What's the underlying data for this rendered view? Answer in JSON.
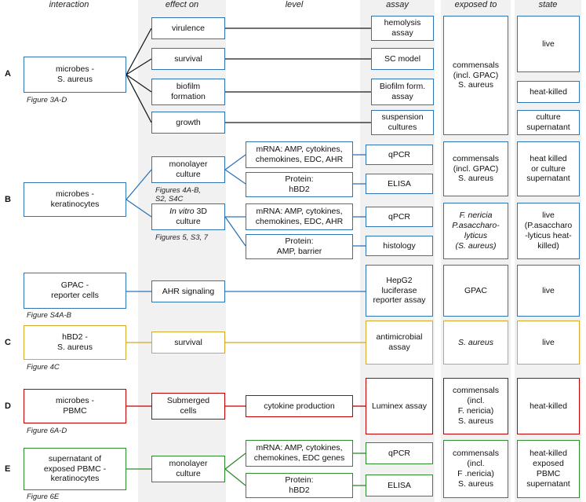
{
  "headers": {
    "interaction": "interaction",
    "effect_on": "effect on",
    "level": "level",
    "assay": "assay",
    "exposed_to": "exposed to",
    "state": "state"
  },
  "rows": {
    "A": {
      "label": "A",
      "interaction": "microbes -\nS. aureus",
      "figure": "Figure 3A-D",
      "effects": [
        "virulence",
        "survival",
        "biofilm\nformation",
        "growth"
      ],
      "assays": [
        "hemolysis\nassay",
        "SC model",
        "Biofilm form.\nassay",
        "suspension\ncultures"
      ],
      "exposed_to": "commensals\n(incl. GPAC)\nS. aureus",
      "states": [
        "live",
        "heat-killed",
        "culture\nsupernatant"
      ]
    },
    "B": {
      "label": "B",
      "interaction": "microbes -\nkeratinocytes",
      "effects": [
        "monolayer\nculture",
        "In vitro 3D\nculture"
      ],
      "effect_figures": [
        "Figures 4A-B,\nS2, S4C",
        "Figures 5, S3, 7"
      ],
      "levels": [
        "mRNA: AMP, cytokines,\nchemokines, EDC, AHR",
        "Protein:\nhBD2",
        "mRNA: AMP, cytokines,\nchemokines, EDC, AHR",
        "Protein:\nAMP, barrier"
      ],
      "assays": [
        "qPCR",
        "ELISA",
        "qPCR",
        "histology"
      ],
      "exposed_to": [
        "commensals\n(incl. GPAC)\nS. aureus",
        "F. nericia\nP.asaccharo-\nlyticus\n(S. aureus)"
      ],
      "states": [
        "heat killed\nor culture\nsupernatant",
        "live\n(P.asaccharo\n-lyticus heat-\nkilled)"
      ]
    },
    "B2": {
      "interaction": "GPAC -\nreporter cells",
      "figure": "Figure S4A-B",
      "effect": "AHR signaling",
      "assay": "HepG2\nluciferase\nreporter assay",
      "exposed_to": "GPAC",
      "state": "live"
    },
    "C": {
      "label": "C",
      "interaction": "hBD2 -\nS. aureus",
      "figure": "Figure 4C",
      "effect": "survival",
      "assay": "antimicrobial\nassay",
      "exposed_to": "S. aureus",
      "state": "live"
    },
    "D": {
      "label": "D",
      "interaction": "microbes -\nPBMC",
      "figure": "Figure 6A-D",
      "effect": "Submerged\ncells",
      "level": "cytokine production",
      "assay": "Luminex assay",
      "exposed_to": "commensals\n(incl.\nF. nericia)\nS. aureus",
      "state": "heat-killed"
    },
    "E": {
      "label": "E",
      "interaction": "supernatant of\nexposed PBMC -\nkeratinocytes",
      "figure": "Figure 6E",
      "effect": "monolayer\nculture",
      "levels": [
        "mRNA: AMP, cytokines,\nchemokines, EDC genes",
        "Protein:\nhBD2"
      ],
      "assays": [
        "qPCR",
        "ELISA"
      ],
      "exposed_to": "commensals\n(incl.\nF .nericia)\nS. aureus",
      "state": "heat-killed\nexposed\nPBMC\nsupernatant"
    }
  },
  "colors": {
    "black": "#1a1a1a",
    "blue": "#2e75b6",
    "gold": "#d4a82a",
    "red": "#c00000",
    "green": "#2e8b2e",
    "band": "#f1f1f1"
  }
}
